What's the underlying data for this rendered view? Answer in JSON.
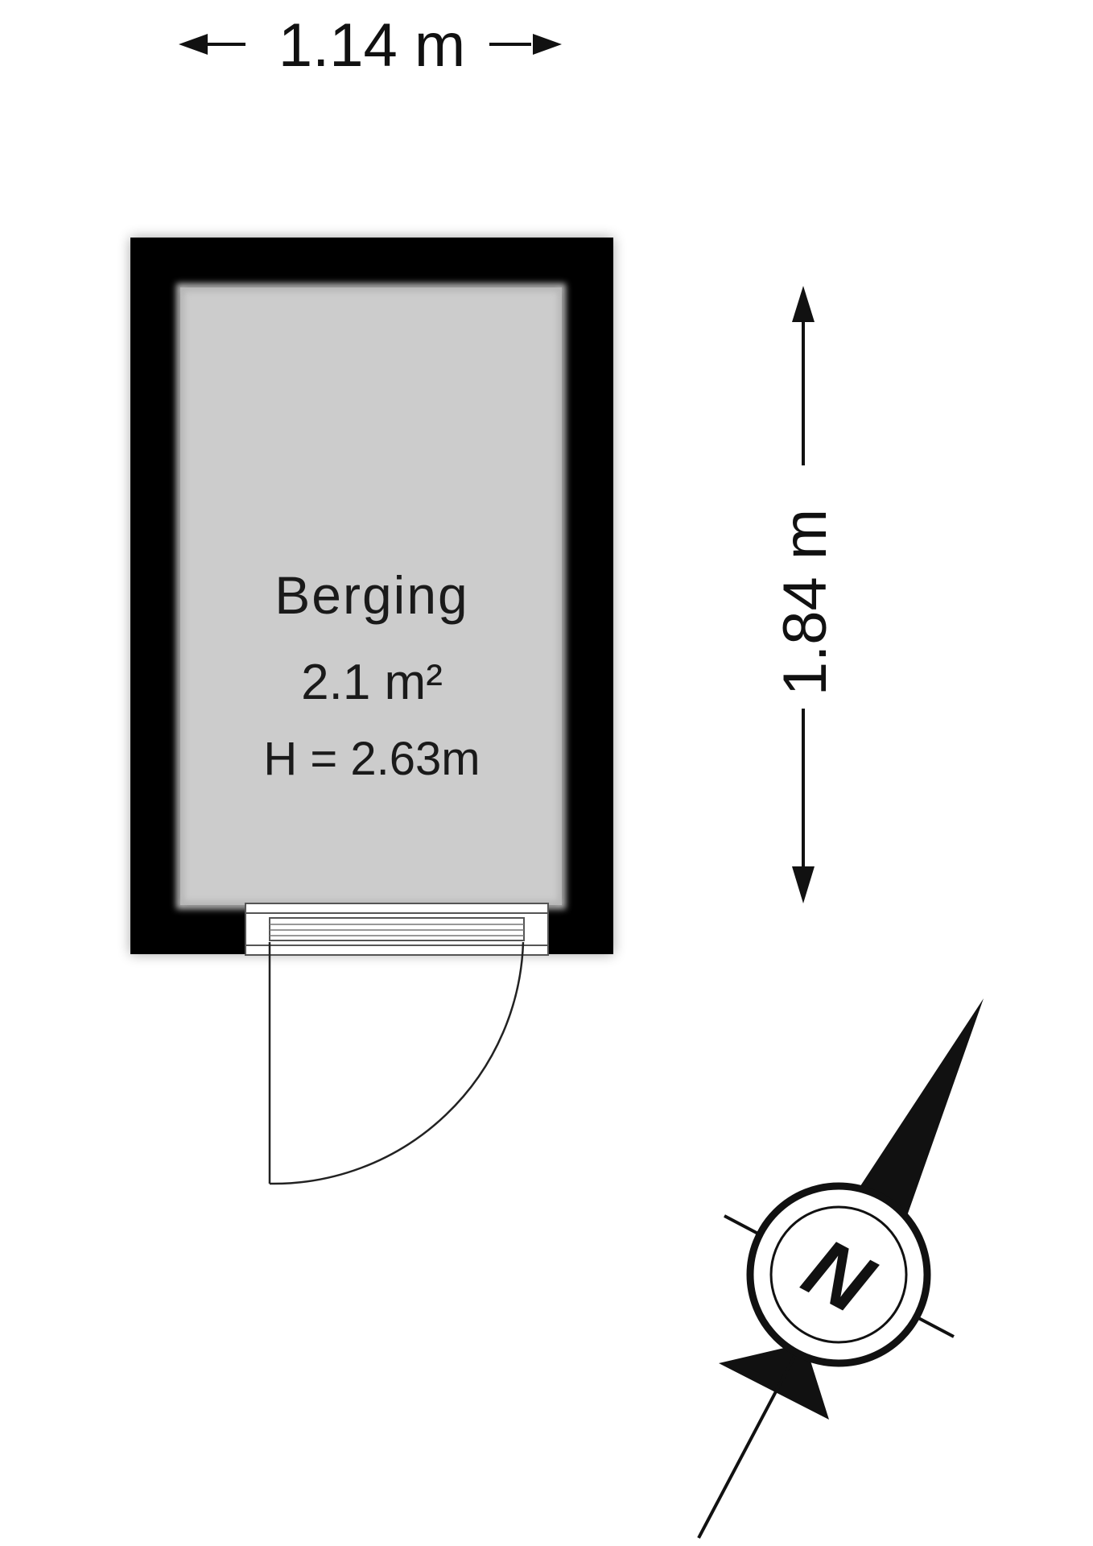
{
  "dimensions": {
    "width_label": "1.14 m",
    "height_label": "1.84 m"
  },
  "room": {
    "name": "Berging",
    "area": "2.1 m²",
    "height": "H = 2.63m"
  },
  "compass": {
    "label": "N"
  },
  "colors": {
    "wall": "#000000",
    "floor": "#cccccc",
    "line": "#111111",
    "background": "#ffffff"
  }
}
